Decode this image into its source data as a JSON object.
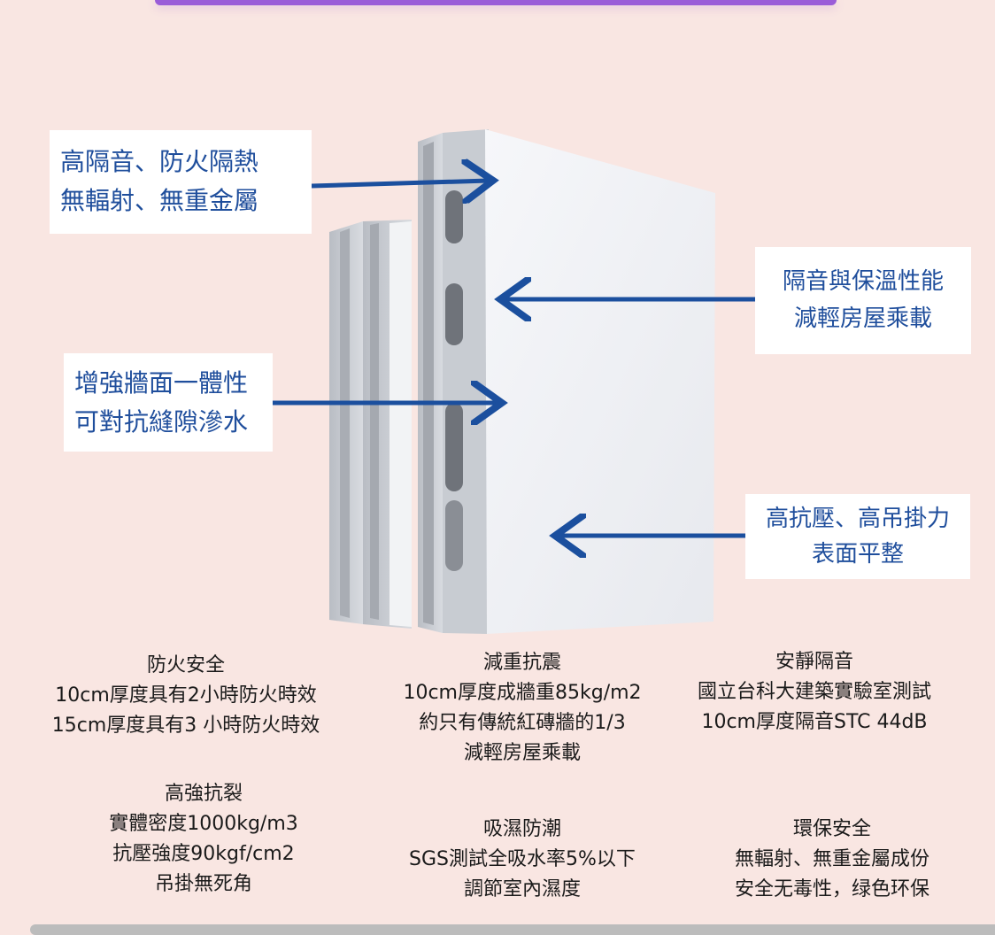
{
  "callouts": [
    {
      "lines": [
        "高隔音、防火隔熱",
        "無輻射、無重金屬"
      ]
    },
    {
      "lines": [
        "隔音與保溫性能",
        "減輕房屋乘載"
      ]
    },
    {
      "lines": [
        "增強牆面一體性",
        "可對抗縫隙滲水"
      ]
    },
    {
      "lines": [
        "高抗壓、高吊掛力",
        "表面平整"
      ]
    }
  ],
  "features": [
    {
      "title": "防火安全",
      "lines": [
        "10cm厚度具有2小時防火時效",
        "15cm厚度具有3 小時防火時效"
      ]
    },
    {
      "title": "減重抗震",
      "lines": [
        "10cm厚度成牆重85kg/m2",
        "約只有傳統紅磚牆的1/3",
        "減輕房屋乘載"
      ]
    },
    {
      "title": "安靜隔音",
      "lines": [
        "國立台科大建築實驗室測試",
        "10cm厚度隔音STC 44dB"
      ]
    },
    {
      "title": "高強抗裂",
      "lines": [
        "實體密度1000kg/m3",
        "抗壓強度90kgf/cm2",
        "吊掛無死角"
      ]
    },
    {
      "title": "吸濕防潮",
      "lines": [
        "SGS測試全吸水率5%以下",
        "調節室內濕度"
      ]
    },
    {
      "title": "環保安全",
      "lines": [
        "無輻射、無重金屬成份",
        "安全无毒性，绿色环保"
      ]
    }
  ],
  "colors": {
    "callout_text": "#1f4e9c",
    "arrow": "#1b4f9e",
    "background": "#f9e6e2",
    "accent_bar": "#9a5cd8"
  }
}
